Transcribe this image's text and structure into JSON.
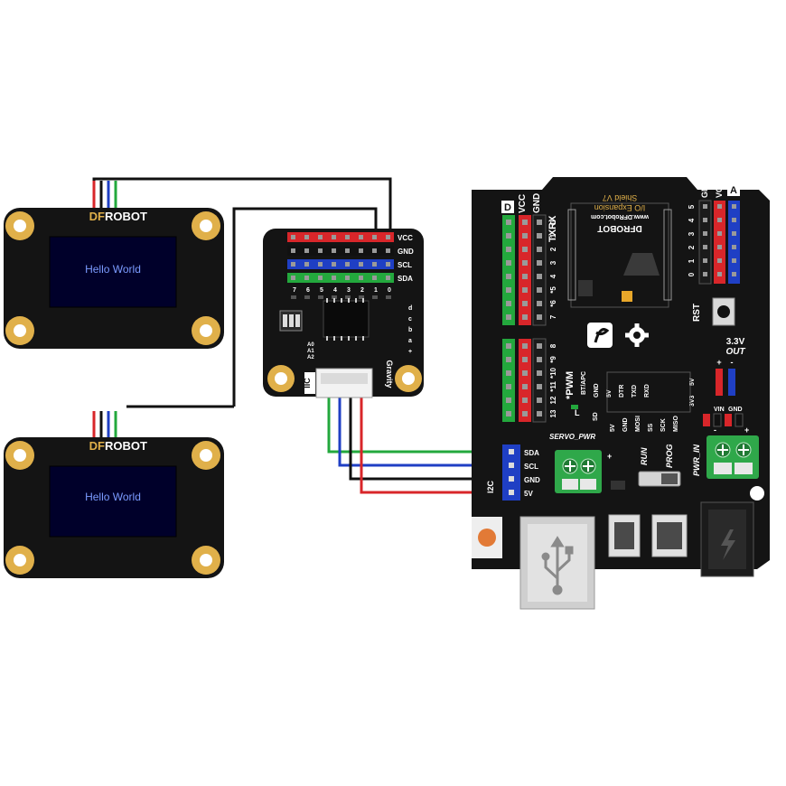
{
  "oled": {
    "brand_df": "DF",
    "brand_robot": "ROBOT",
    "screen_text": "Hello World"
  },
  "hub": {
    "pin_labels": [
      "VCC",
      "GND",
      "SCL",
      "SDA"
    ],
    "header_numbers": [
      "7",
      "6",
      "5",
      "4",
      "3",
      "2",
      "1",
      "0"
    ],
    "addr_labels": [
      "A0",
      "A1",
      "A2"
    ],
    "side_labels": [
      "d",
      "c",
      "b",
      "a",
      "+"
    ],
    "iic_label": "IIC",
    "gravity_label": "Gravity"
  },
  "shield": {
    "d_label": "D",
    "vcc_label": "VCC",
    "gnd_label": "GND",
    "txrx_label": "TXRX",
    "a_label": "A",
    "gnd_label_right": "GND",
    "vcc_label_right": "VCC",
    "brand": "DFROBOT",
    "site": "www.DFRobot.com",
    "product_line1": "I/O Expansion",
    "product_line2": "Shield V7",
    "digital_pins": [
      "0",
      "1",
      "2",
      "3",
      "4",
      "5",
      "6",
      "7",
      "8",
      "9",
      "10",
      "11",
      "12",
      "13"
    ],
    "digital_pin_prefix": [
      "",
      "",
      "",
      "",
      "",
      "*",
      "*",
      "",
      "",
      "*",
      "*",
      "*",
      "",
      ""
    ],
    "analog_pins": [
      "0",
      "1",
      "2",
      "3",
      "4",
      "5"
    ],
    "rst_label": "RST",
    "out_label_1": "3.3V",
    "out_label_2": "OUT",
    "vin_label": "VIN",
    "gnd_small": "GND",
    "pwm_label": "*PWM",
    "bt_label": "BT/APC",
    "xbee_row1": [
      "GND",
      "5V",
      "DTR",
      "TXD",
      "RXD"
    ],
    "spi_row": [
      "5V",
      "GND",
      "MOSI",
      "SS",
      "SCK",
      "MISO"
    ],
    "sd_label": "SD",
    "l_label": "L",
    "v3v3_label": "3V3",
    "v5v_label": "5V",
    "i2c_pins": [
      "SDA",
      "SCL",
      "GND",
      "5V"
    ],
    "i2c_label": "I2C",
    "servo_pwr": "SERVO_PWR",
    "run_label": "RUN",
    "prog_label": "PROG",
    "pwr_in": "PWR_IN"
  },
  "wire_colors": {
    "red": "#d8262a",
    "black": "#111111",
    "blue": "#1f3fc4",
    "green": "#23a83d"
  },
  "icons": [
    "usb-icon",
    "lightning-icon",
    "gear-icon",
    "dfrobot-logo-icon"
  ]
}
